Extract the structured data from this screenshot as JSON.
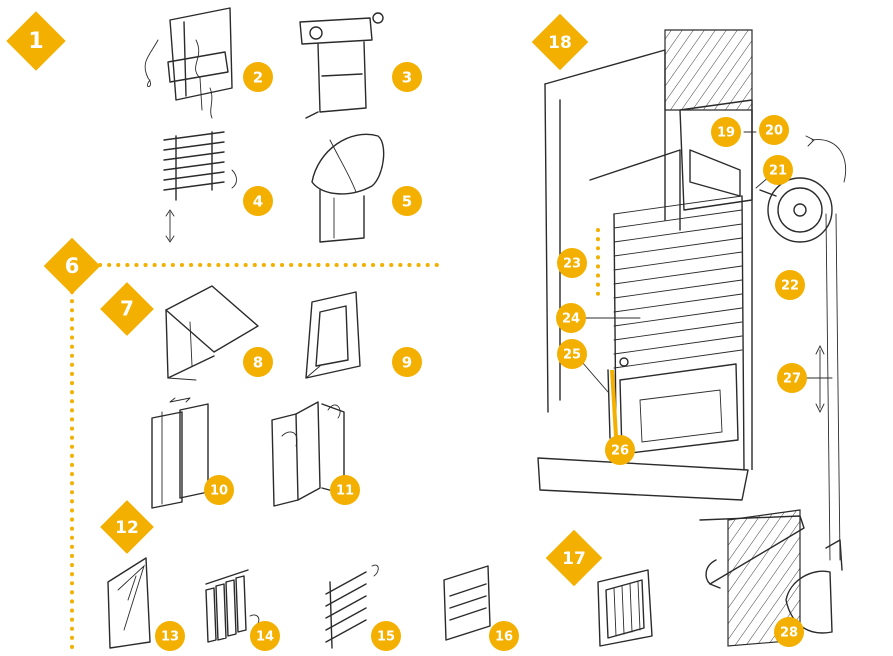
{
  "colors": {
    "accent": "#f4b000",
    "ink": "#2b2b2b",
    "background": "#ffffff"
  },
  "markers": {
    "m1": "1",
    "m2": "2",
    "m3": "3",
    "m4": "4",
    "m5": "5",
    "m6": "6",
    "m7": "7",
    "m8": "8",
    "m9": "9",
    "m10": "10",
    "m11": "11",
    "m12": "12",
    "m13": "13",
    "m14": "14",
    "m15": "15",
    "m16": "16",
    "m17": "17",
    "m18": "18",
    "m19": "19",
    "m20": "20",
    "m21": "21",
    "m22": "22",
    "m23": "23",
    "m24": "24",
    "m25": "25",
    "m26": "26",
    "m27": "27",
    "m28": "28"
  }
}
